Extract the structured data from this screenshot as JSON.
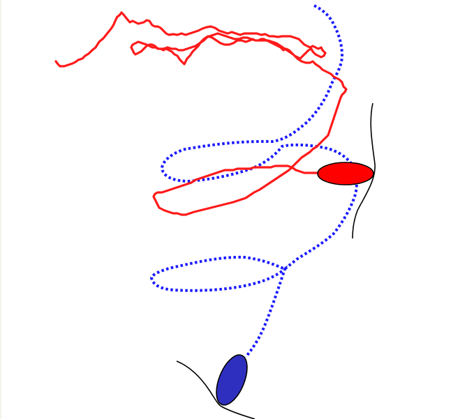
{
  "figure": {
    "colors": {
      "red_trajectory": "#ff1a1a",
      "blue_trajectory": "#1a1aff",
      "red_ellipse_fill": "#ff0000",
      "blue_ellipse_fill": "#2f2fbf",
      "outline": "#000000",
      "background": "#ffffff"
    },
    "elements": [
      "red-trajectory",
      "blue-dotted-trajectory",
      "red-ellipse-marker",
      "blue-ellipse-marker",
      "right-boundary-curve",
      "bottom-boundary-curve"
    ]
  }
}
